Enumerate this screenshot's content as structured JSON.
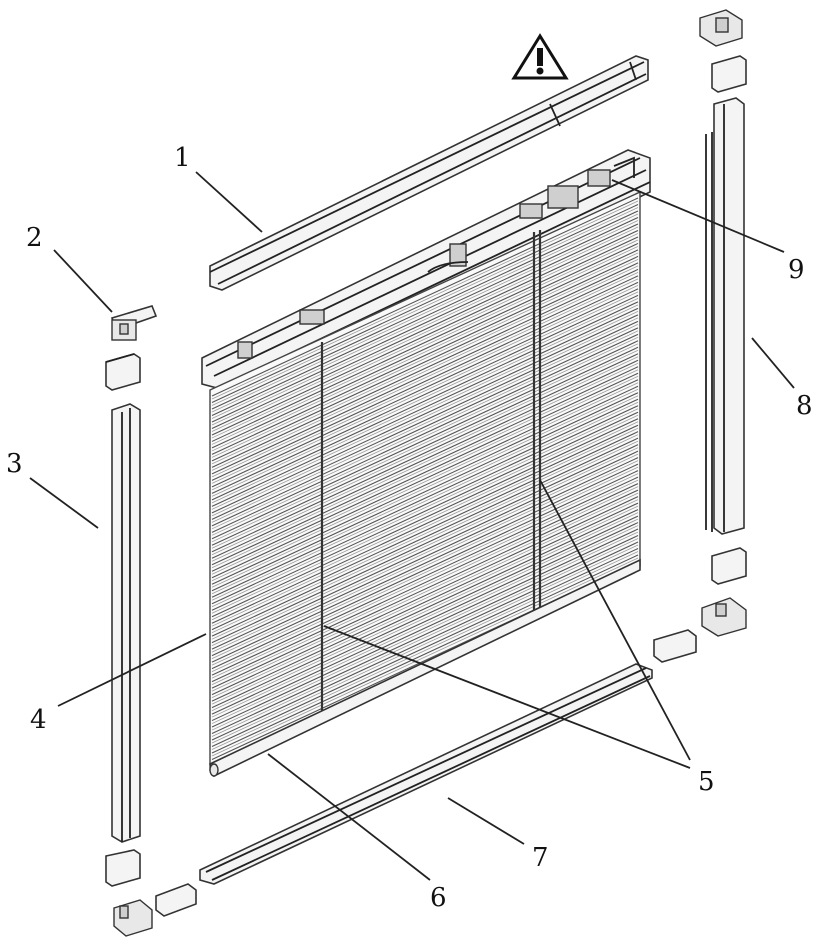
{
  "warning_icon": "warning-triangle-icon",
  "labels": {
    "l1": "1",
    "l2": "2",
    "l3": "3",
    "l4": "4",
    "l5": "5",
    "l6": "6",
    "l7": "7",
    "l8": "8",
    "l9": "9"
  }
}
